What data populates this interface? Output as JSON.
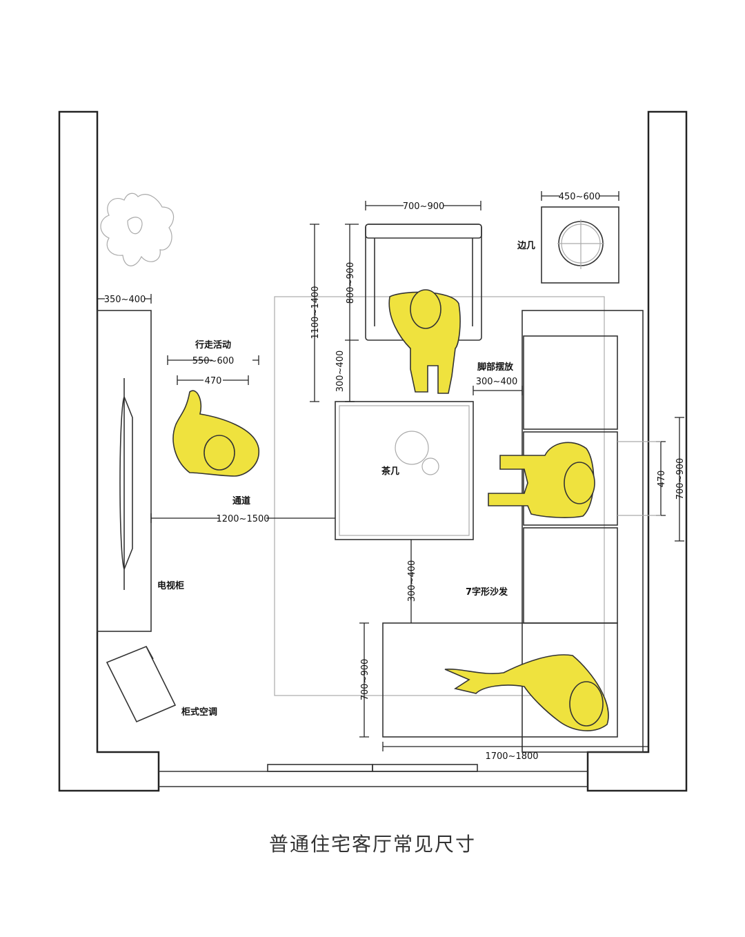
{
  "labels": {
    "side_table": "边几",
    "walking": "行走活动",
    "foot_space": "脚部摆放",
    "coffee_table": "茶几",
    "passage": "通道",
    "tv_cabinet": "电视柜",
    "sofa": "7字形沙发",
    "ac": "柜式空调"
  },
  "dimensions": {
    "armchair_width": "700~900",
    "side_table_width": "450~600",
    "tv_cabinet_depth": "350~400",
    "total_depth": "1100~1400",
    "armchair_depth": "800~900",
    "armchair_gap": "300~400",
    "walking_width": "550~600",
    "person_width": "470",
    "foot_gap": "300~400",
    "passage_width": "1200~1500",
    "seat_width": "470",
    "seat_depth": "700~900",
    "table_sofa_gap": "300~400",
    "chaise_depth": "700~900",
    "sofa_length": "1700~1800"
  },
  "colors": {
    "person": "#efe23e"
  },
  "caption": "普通住宅客厅常见尺寸"
}
